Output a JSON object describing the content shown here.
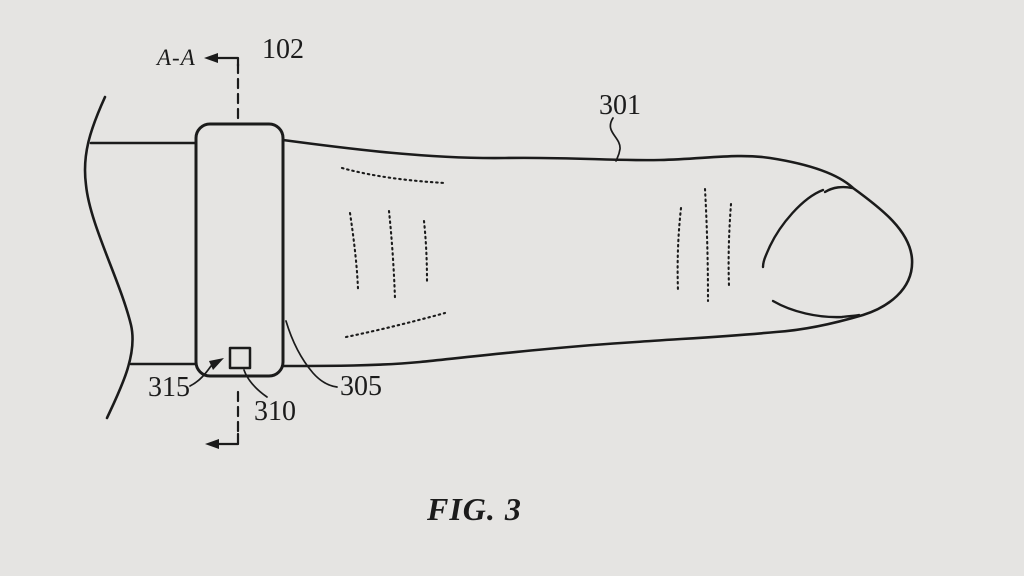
{
  "figure": {
    "caption": "FIG. 3",
    "section_label": "A-A",
    "labels": {
      "ref_102": "102",
      "ref_301": "301",
      "ref_305": "305",
      "ref_310": "310",
      "ref_315": "315"
    }
  },
  "colors": {
    "background": "#e5e4e2",
    "ink": "#1b1b1b"
  }
}
